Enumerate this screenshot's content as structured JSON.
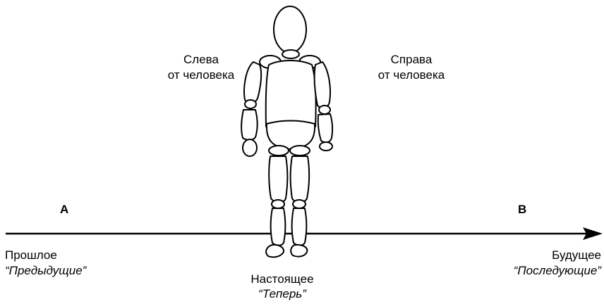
{
  "point_a": "A",
  "point_b": "B",
  "left_of_person": [
    "Слева",
    "от человека"
  ],
  "right_of_person": [
    "Справа",
    "от человека"
  ],
  "past": {
    "label": "Прошлое",
    "quote": "“Предыдущие”"
  },
  "present": {
    "label": "Настоящее",
    "quote": "“Теперь”"
  },
  "future": {
    "label": "Будущее",
    "quote": "“Последующие”"
  },
  "colors": {
    "ink": "#000000",
    "background": "#ffffff"
  }
}
